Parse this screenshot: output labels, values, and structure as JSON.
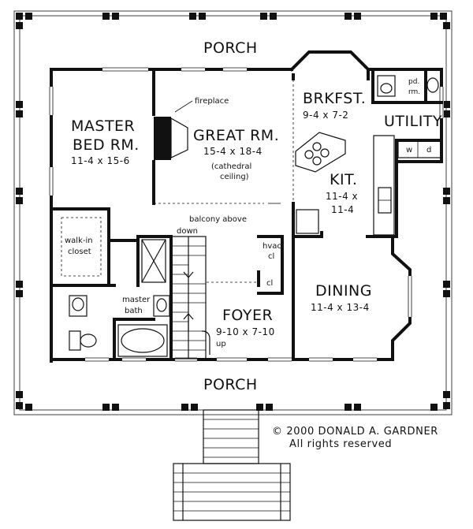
{
  "rooms": {
    "porch_top": "PORCH",
    "porch_bottom": "PORCH",
    "master_line1": "MASTER",
    "master_line2": "BED RM.",
    "master_dim": "11-4 x 15-6",
    "great": "GREAT RM.",
    "great_dim": "15-4 x 18-4",
    "great_note1": "(cathedral",
    "great_note2": "ceiling)",
    "fireplace": "fireplace",
    "brkfst": "BRKFST.",
    "brkfst_dim": "9-4 x 7-2",
    "pd_line1": "pd.",
    "pd_line2": "rm.",
    "utility": "UTILITY",
    "washer": "w",
    "dryer": "d",
    "kit": "KIT.",
    "kit_dim1": "11-4 x",
    "kit_dim2": "11-4",
    "balcony": "balcony above",
    "down": "down",
    "hvac_line1": "hvac",
    "hvac_line2": "cl",
    "cl": "cl",
    "walkin_line1": "walk-in",
    "walkin_line2": "closet",
    "bath_line1": "master",
    "bath_line2": "bath",
    "foyer": "FOYER",
    "foyer_dim": "9-10 x 7-10",
    "up": "up",
    "dining": "DINING",
    "dining_dim": "11-4 x 13-4"
  },
  "copyright": {
    "line1": "© 2000 DONALD A. GARDNER",
    "line2": "All rights reserved"
  }
}
